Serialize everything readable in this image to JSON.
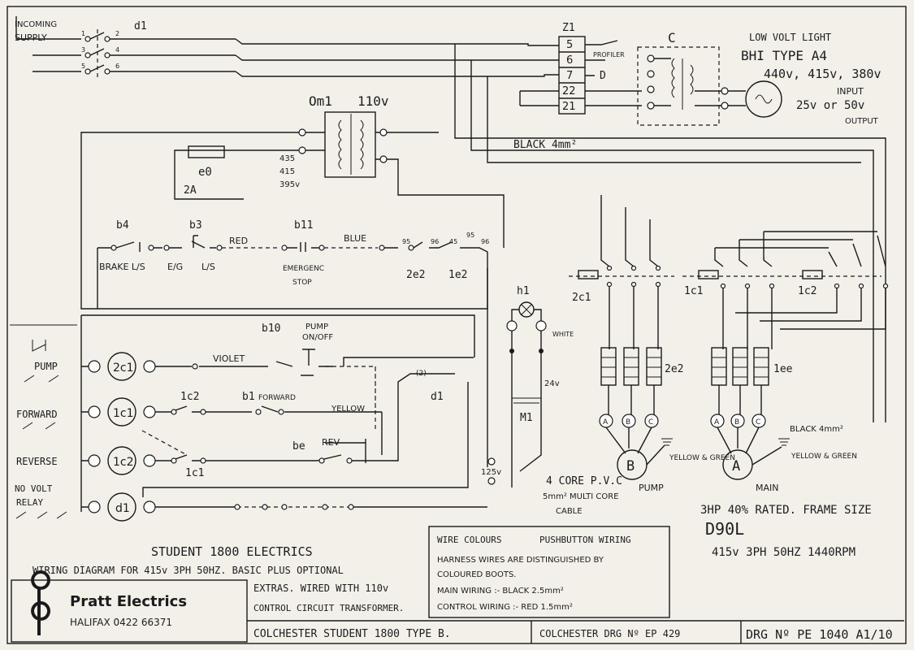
{
  "incoming": {
    "line1": "INCOMING",
    "line2": "SUPPLY",
    "isolator": "d1"
  },
  "isolator_nums": {
    "n1": "1",
    "n2": "2",
    "n3": "3",
    "n4": "4",
    "n5": "5",
    "n6": "6"
  },
  "z1": {
    "label": "Z1",
    "terms": [
      "5",
      "6",
      "7",
      "22",
      "21"
    ],
    "profiler": "PROFILER",
    "d": "D"
  },
  "c_label": "C",
  "lowvolt": {
    "title": "LOW VOLT LIGHT",
    "type": "BHI  TYPE A4",
    "volts": "440v, 415v, 380v",
    "input": "INPUT",
    "output_v": "25v or 50v",
    "output": "OUTPUT"
  },
  "om1": {
    "label": "Om1",
    "v110": "110v",
    "t1": "435",
    "t2": "415",
    "t3": "395v"
  },
  "fuse": {
    "label": "e0",
    "sub": "2A"
  },
  "black4": "BLACK 4mm²",
  "control": {
    "b4": "b4",
    "b3": "b3",
    "b11": "b11",
    "brake": "BRAKE L/S",
    "eg": "E/G",
    "ls": "L/S",
    "red": "RED",
    "blue": "BLUE",
    "estop1": "EMERGENC",
    "estop2": "STOP",
    "e2": "2e2",
    "e1": "1e2",
    "n95a": "95",
    "n96a": "96",
    "n95b": "95",
    "n96b": "96",
    "n45": "45"
  },
  "contactors": {
    "c2": "2c1",
    "c1": "1c1",
    "cc2": "1c2"
  },
  "h1": {
    "label": "h1",
    "white": "WHITE"
  },
  "overloads": {
    "left": "2e2",
    "right": "1ee"
  },
  "motors": {
    "pump": "PUMP",
    "main": "MAIN",
    "b": "B",
    "a": "A",
    "yg1": "YELLOW & GREEN",
    "yg2": "YELLOW & GREEN",
    "black4": "BLACK 4mm²",
    "abc": [
      "A",
      "B",
      "C"
    ]
  },
  "cables": {
    "c1": "4 CORE P.V.C",
    "c2": "5mm² MULTI CORE",
    "c3": "CABLE",
    "v24": "24v",
    "m1": "M1",
    "v125": "125v"
  },
  "spec": {
    "hp": "3HP 40% RATED. FRAME SIZE",
    "frame": "D90L",
    "rating": "415v 3PH 50HZ 1440RPM"
  },
  "ladder": {
    "b10": "b10",
    "pump_onoff1": "PUMP",
    "pump_onoff2": "ON/OFF",
    "violet": "VIOLET",
    "yellow": "YELLOW",
    "b1": "b1",
    "forward": "FORWARD",
    "be": "be",
    "rev": "REV",
    "d1": "d1",
    "n12a": "(2)",
    "coil_labels": [
      "2c1",
      "1c1",
      "1c2",
      "d1"
    ],
    "aux1": "1c2",
    "aux2": "1c1"
  },
  "legend": {
    "pump": "PUMP",
    "forward": "FORWARD",
    "reverse": "REVERSE",
    "novolt1": "NO VOLT",
    "novolt2": "RELAY"
  },
  "title": {
    "main": "STUDENT 1800 ELECTRICS",
    "l1": "WIRING DIAGRAM FOR 415v 3PH 50HZ.  BASIC PLUS OPTIONAL",
    "l2": "EXTRAS.  WIRED WITH 110v",
    "l3": "CONTROL CIRCUIT TRANSFORMER."
  },
  "wire_colours": {
    "head1": "WIRE COLOURS",
    "head2": "PUSHBUTTON WIRING",
    "l1": "HARNESS WIRES ARE DISTINGUISHED BY",
    "l2": "COLOURED BOOTS.",
    "l3": "MAIN WIRING :-  BLACK  2.5mm²",
    "l4": "CONTROL WIRING :-  RED  1.5mm²"
  },
  "company": {
    "name": "Pratt Electrics",
    "addr": "HALIFAX  0422  66371"
  },
  "footer": {
    "model": "COLCHESTER STUDENT 1800  TYPE B.",
    "colch": "COLCHESTER DRG Nº EP 429",
    "drg": "DRG Nº PE 1040 A1/10"
  }
}
